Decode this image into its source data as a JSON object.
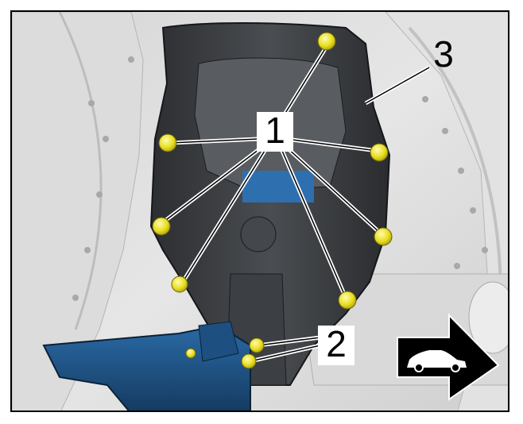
{
  "callouts": {
    "label_1": "1",
    "label_2": "2",
    "label_3": "3"
  },
  "icons": {
    "direction_arrow": "car-forward-arrow-icon"
  },
  "colors": {
    "background": "#e9e9e9",
    "bracket": "#3a3d40",
    "blue_part": "#1e4c78",
    "bolt": "#f0e62a",
    "outline": "#000000"
  }
}
